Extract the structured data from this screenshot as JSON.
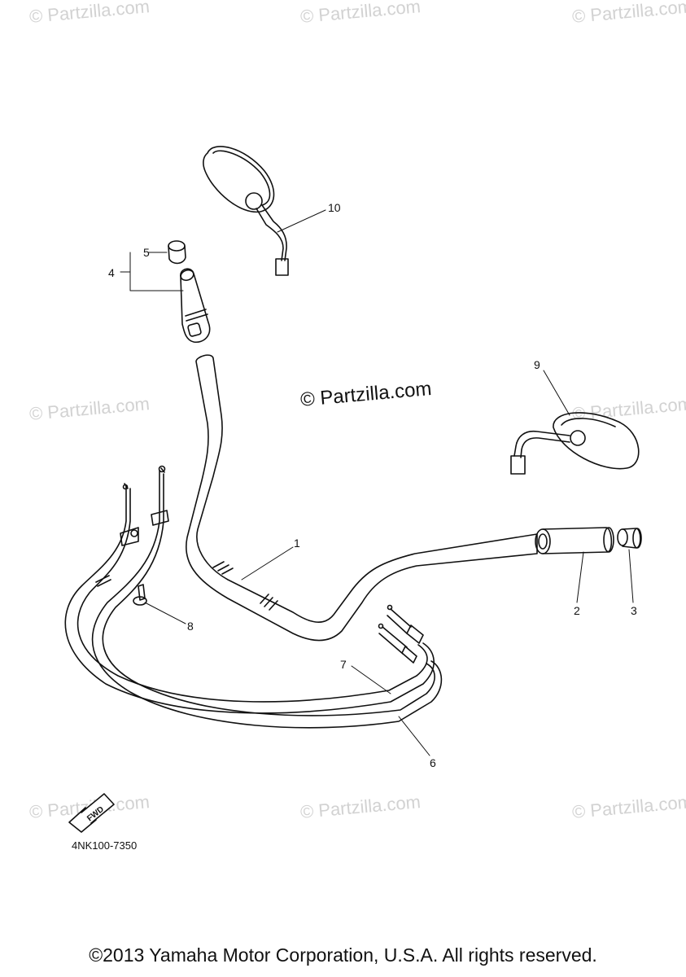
{
  "watermark": "© Partzilla.com",
  "center_watermark": "© Partzilla.com",
  "callouts": [
    "1",
    "2",
    "3",
    "4",
    "5",
    "6",
    "7",
    "8",
    "9",
    "10"
  ],
  "fwd_label": "FWD",
  "part_code": "4NK100-7350",
  "copyright": "©2013 Yamaha Motor Corporation, U.S.A. All rights reserved."
}
